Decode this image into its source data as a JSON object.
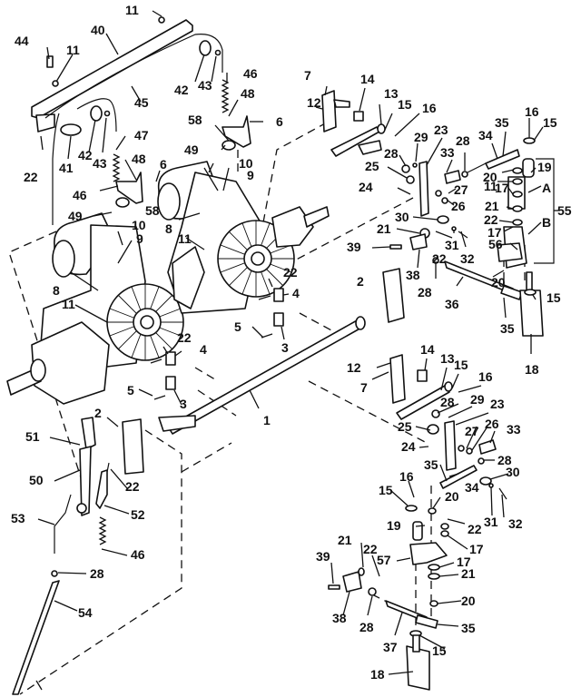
{
  "diagram": {
    "type": "exploded-parts-diagram",
    "subject": "Dual hydrostatic transmission and steering control linkage",
    "callouts": {
      "c1": "1",
      "c2a": "2",
      "c2b": "2",
      "c3a": "3",
      "c3b": "3",
      "c4a": "4",
      "c4b": "4",
      "c5a": "5",
      "c5b": "5",
      "c6a": "6",
      "c6b": "6",
      "c7a": "7",
      "c7b": "7",
      "c8a": "8",
      "c8b": "8",
      "c9a": "9",
      "c9b": "9",
      "c10a": "10",
      "c10b": "10",
      "c11a": "11",
      "c11b": "11",
      "c11c": "11",
      "c11d": "11",
      "c11e": "11",
      "c12a": "12",
      "c12b": "12",
      "c13a": "13",
      "c13b": "13",
      "c14a": "14",
      "c14b": "14",
      "c15a": "15",
      "c15b": "15",
      "c15c": "15",
      "c15d": "15",
      "c15e": "15",
      "c15f": "15",
      "c16a": "16",
      "c16b": "16",
      "c16c": "16",
      "c16d": "16",
      "c17a": "17",
      "c17b": "17",
      "c17c": "17",
      "c17d": "17",
      "c18a": "18",
      "c18b": "18",
      "c19a": "19",
      "c19b": "19",
      "c20a": "20",
      "c20b": "20",
      "c20c": "20",
      "c20d": "20",
      "c21a": "21",
      "c21b": "21",
      "c21c": "21",
      "c21d": "21",
      "c22a": "22",
      "c22b": "22",
      "c22c": "22",
      "c22d": "22",
      "c22e": "22",
      "c22f": "22",
      "c22g": "22",
      "c22h": "22",
      "c23a": "23",
      "c23b": "23",
      "c24a": "24",
      "c24b": "24",
      "c25a": "25",
      "c25b": "25",
      "c26a": "26",
      "c26b": "26",
      "c27a": "27",
      "c27b": "27",
      "c28a": "28",
      "c28b": "28",
      "c28c": "28",
      "c28d": "28",
      "c28e": "28",
      "c28f": "28",
      "c28g": "28",
      "c29a": "29",
      "c29b": "29",
      "c30a": "30",
      "c30b": "30",
      "c31a": "31",
      "c31b": "31",
      "c32a": "32",
      "c32b": "32",
      "c33a": "33",
      "c33b": "33",
      "c34a": "34",
      "c34b": "34",
      "c35a": "35",
      "c35b": "35",
      "c35c": "35",
      "c35d": "35",
      "c36": "36",
      "c37": "37",
      "c38a": "38",
      "c38b": "38",
      "c39a": "39",
      "c39b": "39",
      "c40": "40",
      "c41": "41",
      "c42a": "42",
      "c42b": "42",
      "c43a": "43",
      "c43b": "43",
      "c44": "44",
      "c45": "45",
      "c46a": "46",
      "c46b": "46",
      "c46c": "46",
      "c47": "47",
      "c48a": "48",
      "c48b": "48",
      "c49a": "49",
      "c49b": "49",
      "c50": "50",
      "c51": "51",
      "c52": "52",
      "c53": "53",
      "c54": "54",
      "c55": "55",
      "c56": "56",
      "c57": "57",
      "c58a": "58",
      "c58b": "58",
      "cA": "A",
      "cB": "B"
    }
  }
}
